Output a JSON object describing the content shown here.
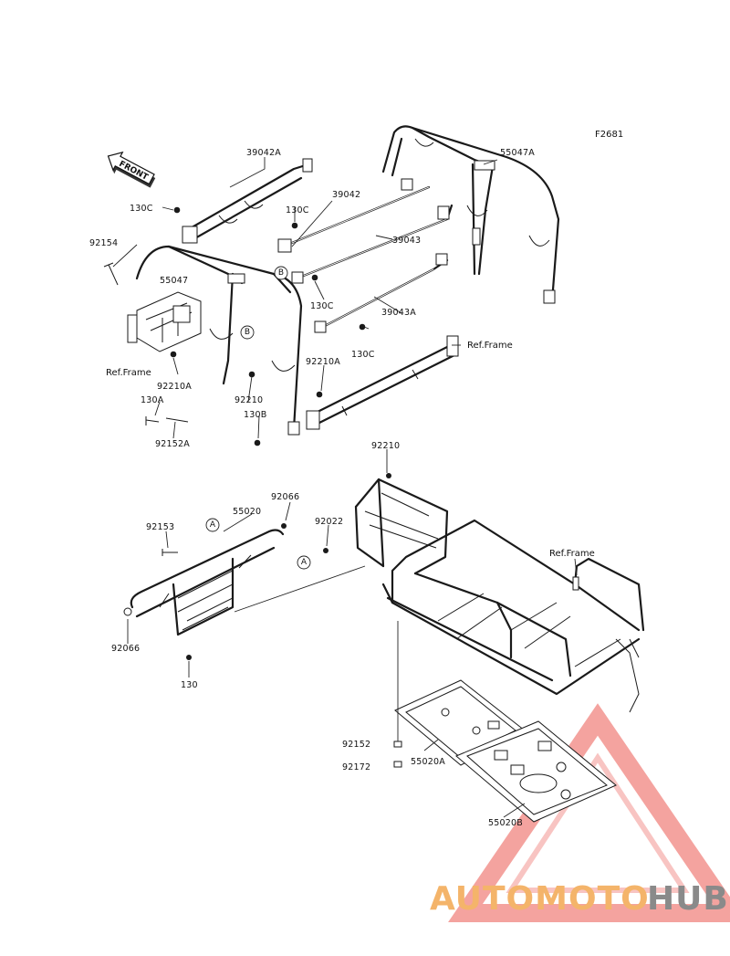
{
  "figure_code": "F2681",
  "front_arrow_label": "FRONT",
  "callouts": {
    "A": "A",
    "B": "B"
  },
  "parts": {
    "p39042A": "39042A",
    "p130C_1": "130C",
    "p130C_2": "130C",
    "p130C_3": "130C",
    "p130C_4": "130C",
    "p39042": "39042",
    "p39043": "39043",
    "p39043A": "39043A",
    "p55047": "55047",
    "p55047A": "55047A",
    "p92154": "92154",
    "p92210A_1": "92210A",
    "p92210A_2": "92210A",
    "p130A": "130A",
    "p92210_1": "92210",
    "p92210_2": "92210",
    "p130B": "130B",
    "p92152A": "92152A",
    "p92066_1": "92066",
    "p92066_2": "92066",
    "p55020": "55020",
    "p92153": "92153",
    "p92022": "92022",
    "p130": "130",
    "p92152": "92152",
    "p92172": "92172",
    "p55020A": "55020A",
    "p55020B": "55020B"
  },
  "ref_labels": {
    "ref1": "Ref.Frame",
    "ref2": "Ref.Frame",
    "ref3": "Ref.Frame"
  },
  "watermark": {
    "part1": "AUTOMOTO",
    "part2": "HUB",
    "color1": "#f4b46a",
    "color2": "#8a8a8a",
    "triangle_color": "#e8453c"
  }
}
